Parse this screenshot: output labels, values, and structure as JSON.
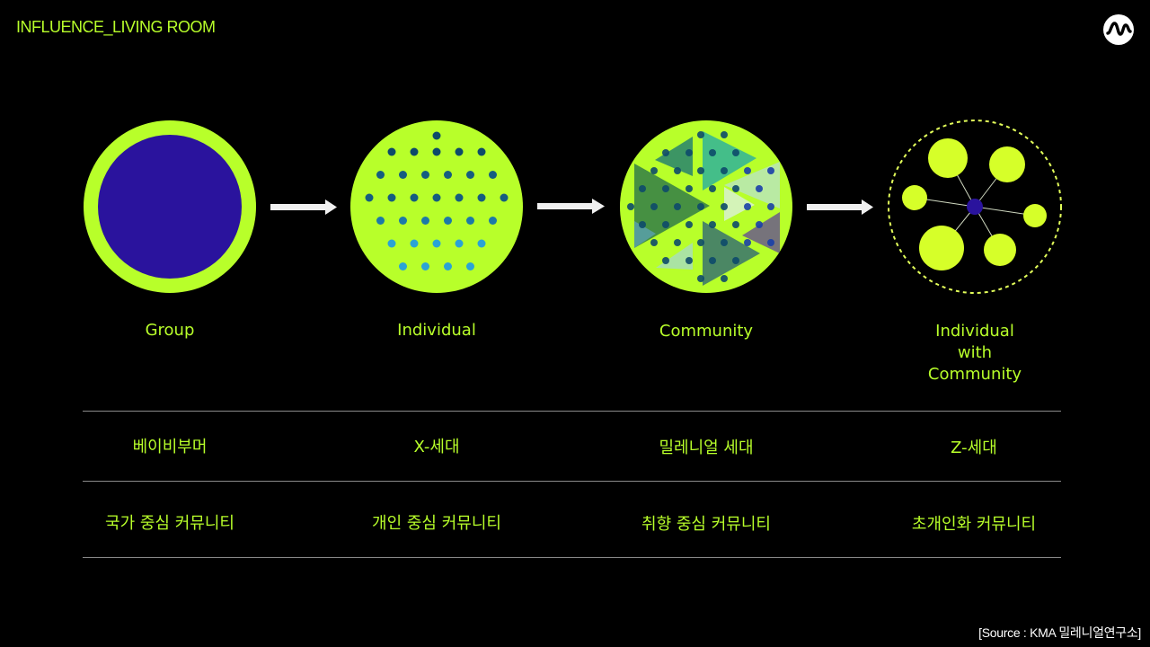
{
  "header": {
    "title": "INFLUENCE_LIVING ROOM"
  },
  "logo": {
    "icon": "wave-logo-icon"
  },
  "colors": {
    "accent": "#b8ff2a",
    "core": "#2a139d",
    "background": "#000000"
  },
  "stages": [
    {
      "label": "Group",
      "generation": "베이비부머",
      "community": "국가 중심 커뮤니티"
    },
    {
      "label": "Individual",
      "generation": "X-세대",
      "community": "개인 중심 커뮤니티"
    },
    {
      "label": "Community",
      "generation": "밀레니얼 세대",
      "community": "취향 중심 커뮤니티"
    },
    {
      "label": "Individual\nwith\nCommunity",
      "generation": "Z-세대",
      "community": "초개인화 커뮤니티"
    }
  ],
  "source": "[Source : KMA 밀레니얼연구소]"
}
